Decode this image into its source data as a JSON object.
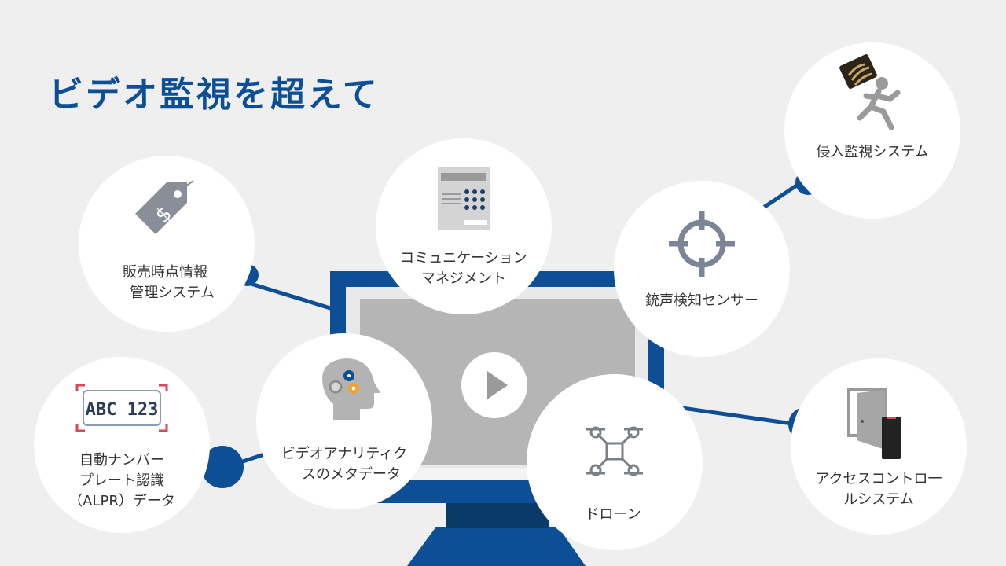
{
  "title": "ビデオ監視を超えて",
  "colors": {
    "background": "#efefef",
    "brand_blue": "#0c4f96",
    "dark_blue": "#0c3a68",
    "screen_gray": "#b5b5b5",
    "circle": "#ffffff",
    "icon_gray": "#8a8e98"
  },
  "nodes": {
    "pos": {
      "label": "販売時点情報\n　管理システム",
      "icon": "price-tag-icon"
    },
    "communication": {
      "label": "コミュニケーション\nマネジメント",
      "icon": "intercom-panel-icon"
    },
    "gunshot": {
      "label": "銃声検知センサー",
      "icon": "crosshair-icon"
    },
    "intrusion": {
      "label": "侵入監視システム",
      "icon": "running-person-icon"
    },
    "alpr": {
      "label": "自動ナンバー\nプレート認識\n（ALPR）データ",
      "icon": "license-plate-icon",
      "plate_text": "ABC 123"
    },
    "analytics": {
      "label": "ビデオアナリティク\n　スのメタデータ",
      "icon": "head-gears-icon"
    },
    "drone": {
      "label": "ドローン",
      "icon": "drone-icon"
    },
    "access": {
      "label": "アクセスコントロ一\nルシステム",
      "icon": "door-reader-icon"
    }
  },
  "monitor": {
    "icon": "play-icon"
  }
}
